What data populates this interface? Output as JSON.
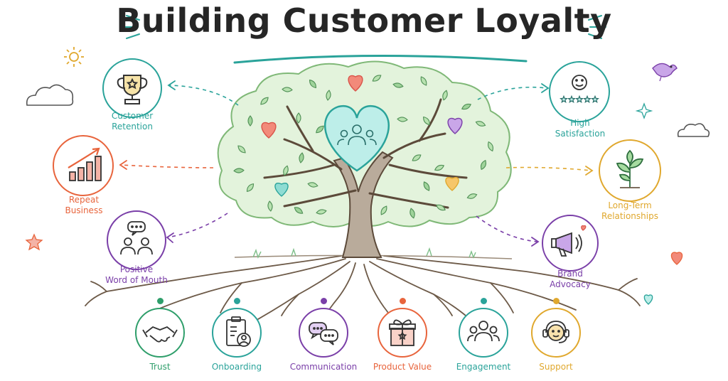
{
  "title": "Building Customer Loyalty",
  "colors": {
    "teal": "#2aa39a",
    "orange": "#e8643c",
    "purple": "#7a3fa8",
    "gold": "#e0a82e",
    "green": "#2e9e6a",
    "heart": "#6fd6cc"
  },
  "outcomes": {
    "customer_retention": {
      "line1": "Customer",
      "line2": "Retention",
      "icon": "trophy-icon"
    },
    "repeat_business": {
      "line1": "Repeat",
      "line2": "Business",
      "icon": "growth-chart-icon"
    },
    "word_of_mouth": {
      "line1": "Positive",
      "line2": "Word of Mouth",
      "icon": "chat-people-icon"
    },
    "high_satisfaction": {
      "line1": "High",
      "line2": "Satisfaction",
      "icon": "smiley-stars-icon"
    },
    "long_term_relationships": {
      "line1": "Long-Term",
      "line2": "Relationships",
      "icon": "sprout-icon"
    },
    "brand_advocacy": {
      "line1": "Brand",
      "line2": "Advocacy",
      "icon": "megaphone-icon"
    }
  },
  "roots": [
    {
      "label": "Trust",
      "icon": "handshake-icon"
    },
    {
      "label": "Onboarding",
      "icon": "clipboard-user-icon"
    },
    {
      "label": "Communication",
      "icon": "chat-bubbles-icon"
    },
    {
      "label": "Product Value",
      "icon": "gift-box-icon"
    },
    {
      "label": "Engagement",
      "icon": "group-icon"
    },
    {
      "label": "Support",
      "icon": "headset-icon"
    }
  ],
  "center_icon": "heart-group-icon"
}
